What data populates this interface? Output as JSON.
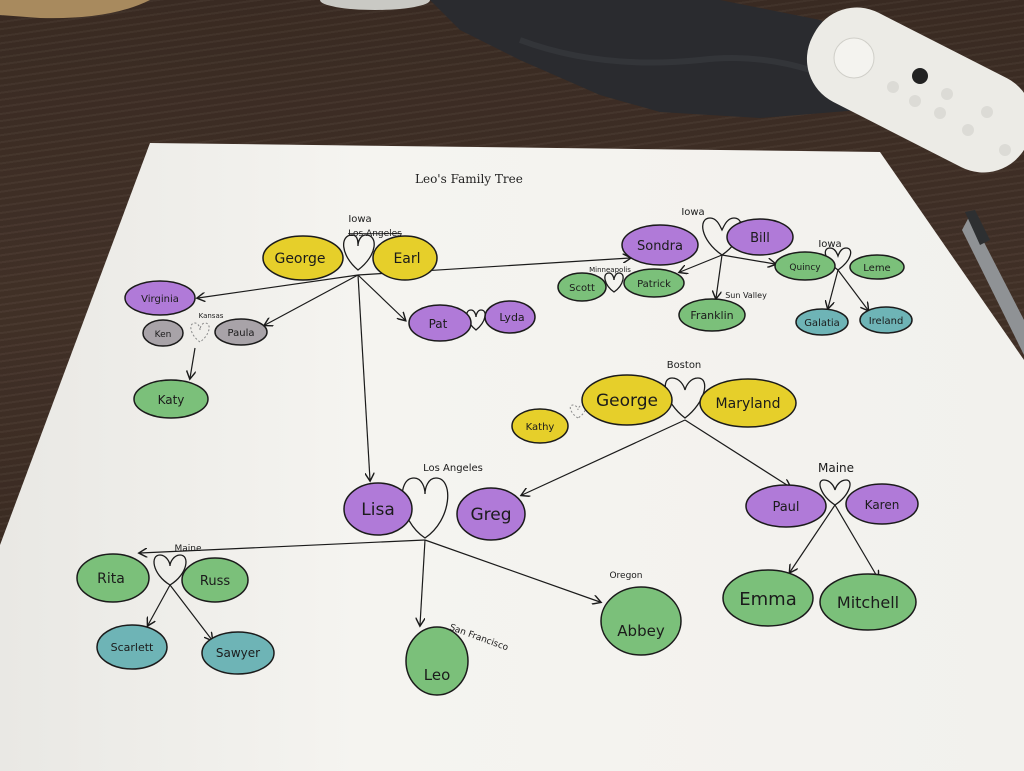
{
  "title": "Leo's Family Tree",
  "colors": {
    "yellow": "#e6cf2a",
    "purple": "#b07ad8",
    "green": "#7bc07a",
    "teal": "#6eb4b6",
    "gray": "#a8a3a8",
    "paper": "#f4f3ef"
  },
  "people": {
    "george_left": "George",
    "earl": "Earl",
    "virginia": "Virginia",
    "ken": "Ken",
    "paula": "Paula",
    "katy": "Katy",
    "pat": "Pat",
    "lyda": "Lyda",
    "sondra": "Sondra",
    "bill": "Bill",
    "scott": "Scott",
    "patrick": "Patrick",
    "franklin": "Franklin",
    "quincy": "Quincy",
    "leme": "Leme",
    "galatia": "Galatia",
    "ireland": "Ireland",
    "george_boston": "George",
    "maryland": "Maryland",
    "kathy": "Kathy",
    "paul": "Paul",
    "karen": "Karen",
    "emma": "Emma",
    "mitchell": "Mitchell",
    "lisa": "Lisa",
    "greg": "Greg",
    "rita": "Rita",
    "russ": "Russ",
    "scarlett": "Scarlett",
    "sawyer": "Sawyer",
    "leo": "Leo",
    "abbey": "Abbey"
  },
  "places": {
    "iowa_1": "Iowa",
    "los_angeles_1": "Los Angeles",
    "kansas": "Kansas",
    "iowa_2": "Iowa",
    "minneapolis": "Minneapolis",
    "sun_valley": "Sun Valley",
    "iowa_3": "Iowa",
    "boston": "Boston",
    "maine_1": "Maine",
    "los_angeles_2": "Los Angeles",
    "maine_2": "Maine",
    "oregon": "Oregon",
    "san_francisco": "San Francisco"
  }
}
